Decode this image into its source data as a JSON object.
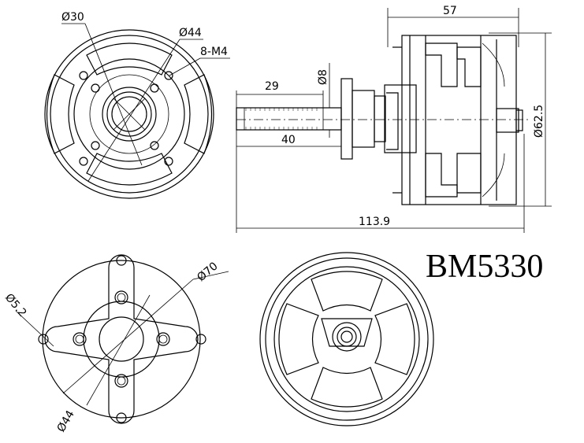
{
  "model_label": "BM5330",
  "dimensions": {
    "top_view": {
      "bolt_circle_small": "Ø30",
      "bolt_circle_large": "Ø44",
      "screw_holes": "8-M4"
    },
    "side_view": {
      "overall_width": "57",
      "shaft_diameter": "Ø8",
      "shaft_length_29": "29",
      "shaft_length_40": "40",
      "body_diameter": "Ø62.5",
      "overall_length": "113.9"
    },
    "mount_view": {
      "hole_diameter": "Ø5.2",
      "mount_diameter": "Ø70",
      "bolt_circle": "Ø44"
    }
  }
}
